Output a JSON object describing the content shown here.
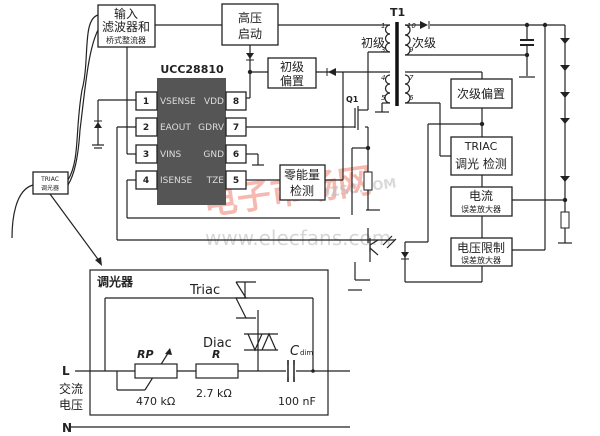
{
  "blocks": {
    "input_filter_line1": "输入",
    "input_filter_line2": "滤波器和",
    "input_filter_line3": "桥式整流器",
    "hv_start_line1": "高压",
    "hv_start_line2": "启动",
    "primary_bias_line1": "初级",
    "primary_bias_line2": "偏置",
    "zero_energy_line1": "零能量",
    "zero_energy_line2": "检测",
    "secondary_bias": "次级偏置",
    "triac_detect_line1": "TRIAC",
    "triac_detect_line2": "调光 检测",
    "current_amp_line1": "电流",
    "current_amp_line2": "误差放大器",
    "voltage_limit_line1": "电压限制",
    "voltage_limit_line2": "误差放大器",
    "triac_dimmer_line1": "TRIAC",
    "triac_dimmer_line2": "调光器"
  },
  "chip": {
    "name": "UCC28810",
    "left_pins": [
      {
        "num": "1",
        "name": "VSENSE"
      },
      {
        "num": "2",
        "name": "EAOUT"
      },
      {
        "num": "3",
        "name": "VINS"
      },
      {
        "num": "4",
        "name": "ISENSE"
      }
    ],
    "right_pins": [
      {
        "num": "8",
        "name": "VDD"
      },
      {
        "num": "7",
        "name": "GDRV"
      },
      {
        "num": "6",
        "name": "GND"
      },
      {
        "num": "5",
        "name": "TZE"
      }
    ]
  },
  "transformer": {
    "name": "T1",
    "primary": "初级",
    "secondary": "次级",
    "pins": [
      "1",
      "3",
      "4",
      "5",
      "10",
      "9",
      "7",
      "6"
    ]
  },
  "mosfet": "Q1",
  "dimmer": {
    "title": "调光器",
    "triac": "Triac",
    "diac": "Diac",
    "rp_label": "RP",
    "rp_value": "470 kΩ",
    "r_label": "R",
    "r_value": "2.7 kΩ",
    "c_label": "C",
    "c_sub": "dim",
    "c_value": "100 nF",
    "line_l": "L",
    "line_n": "N",
    "ac_line1": "交流",
    "ac_line2": "电压"
  },
  "watermark": {
    "cn": "电子市场网",
    "dzsc": "DZSC.COM",
    "elecfans": "www.elecfans.com"
  }
}
